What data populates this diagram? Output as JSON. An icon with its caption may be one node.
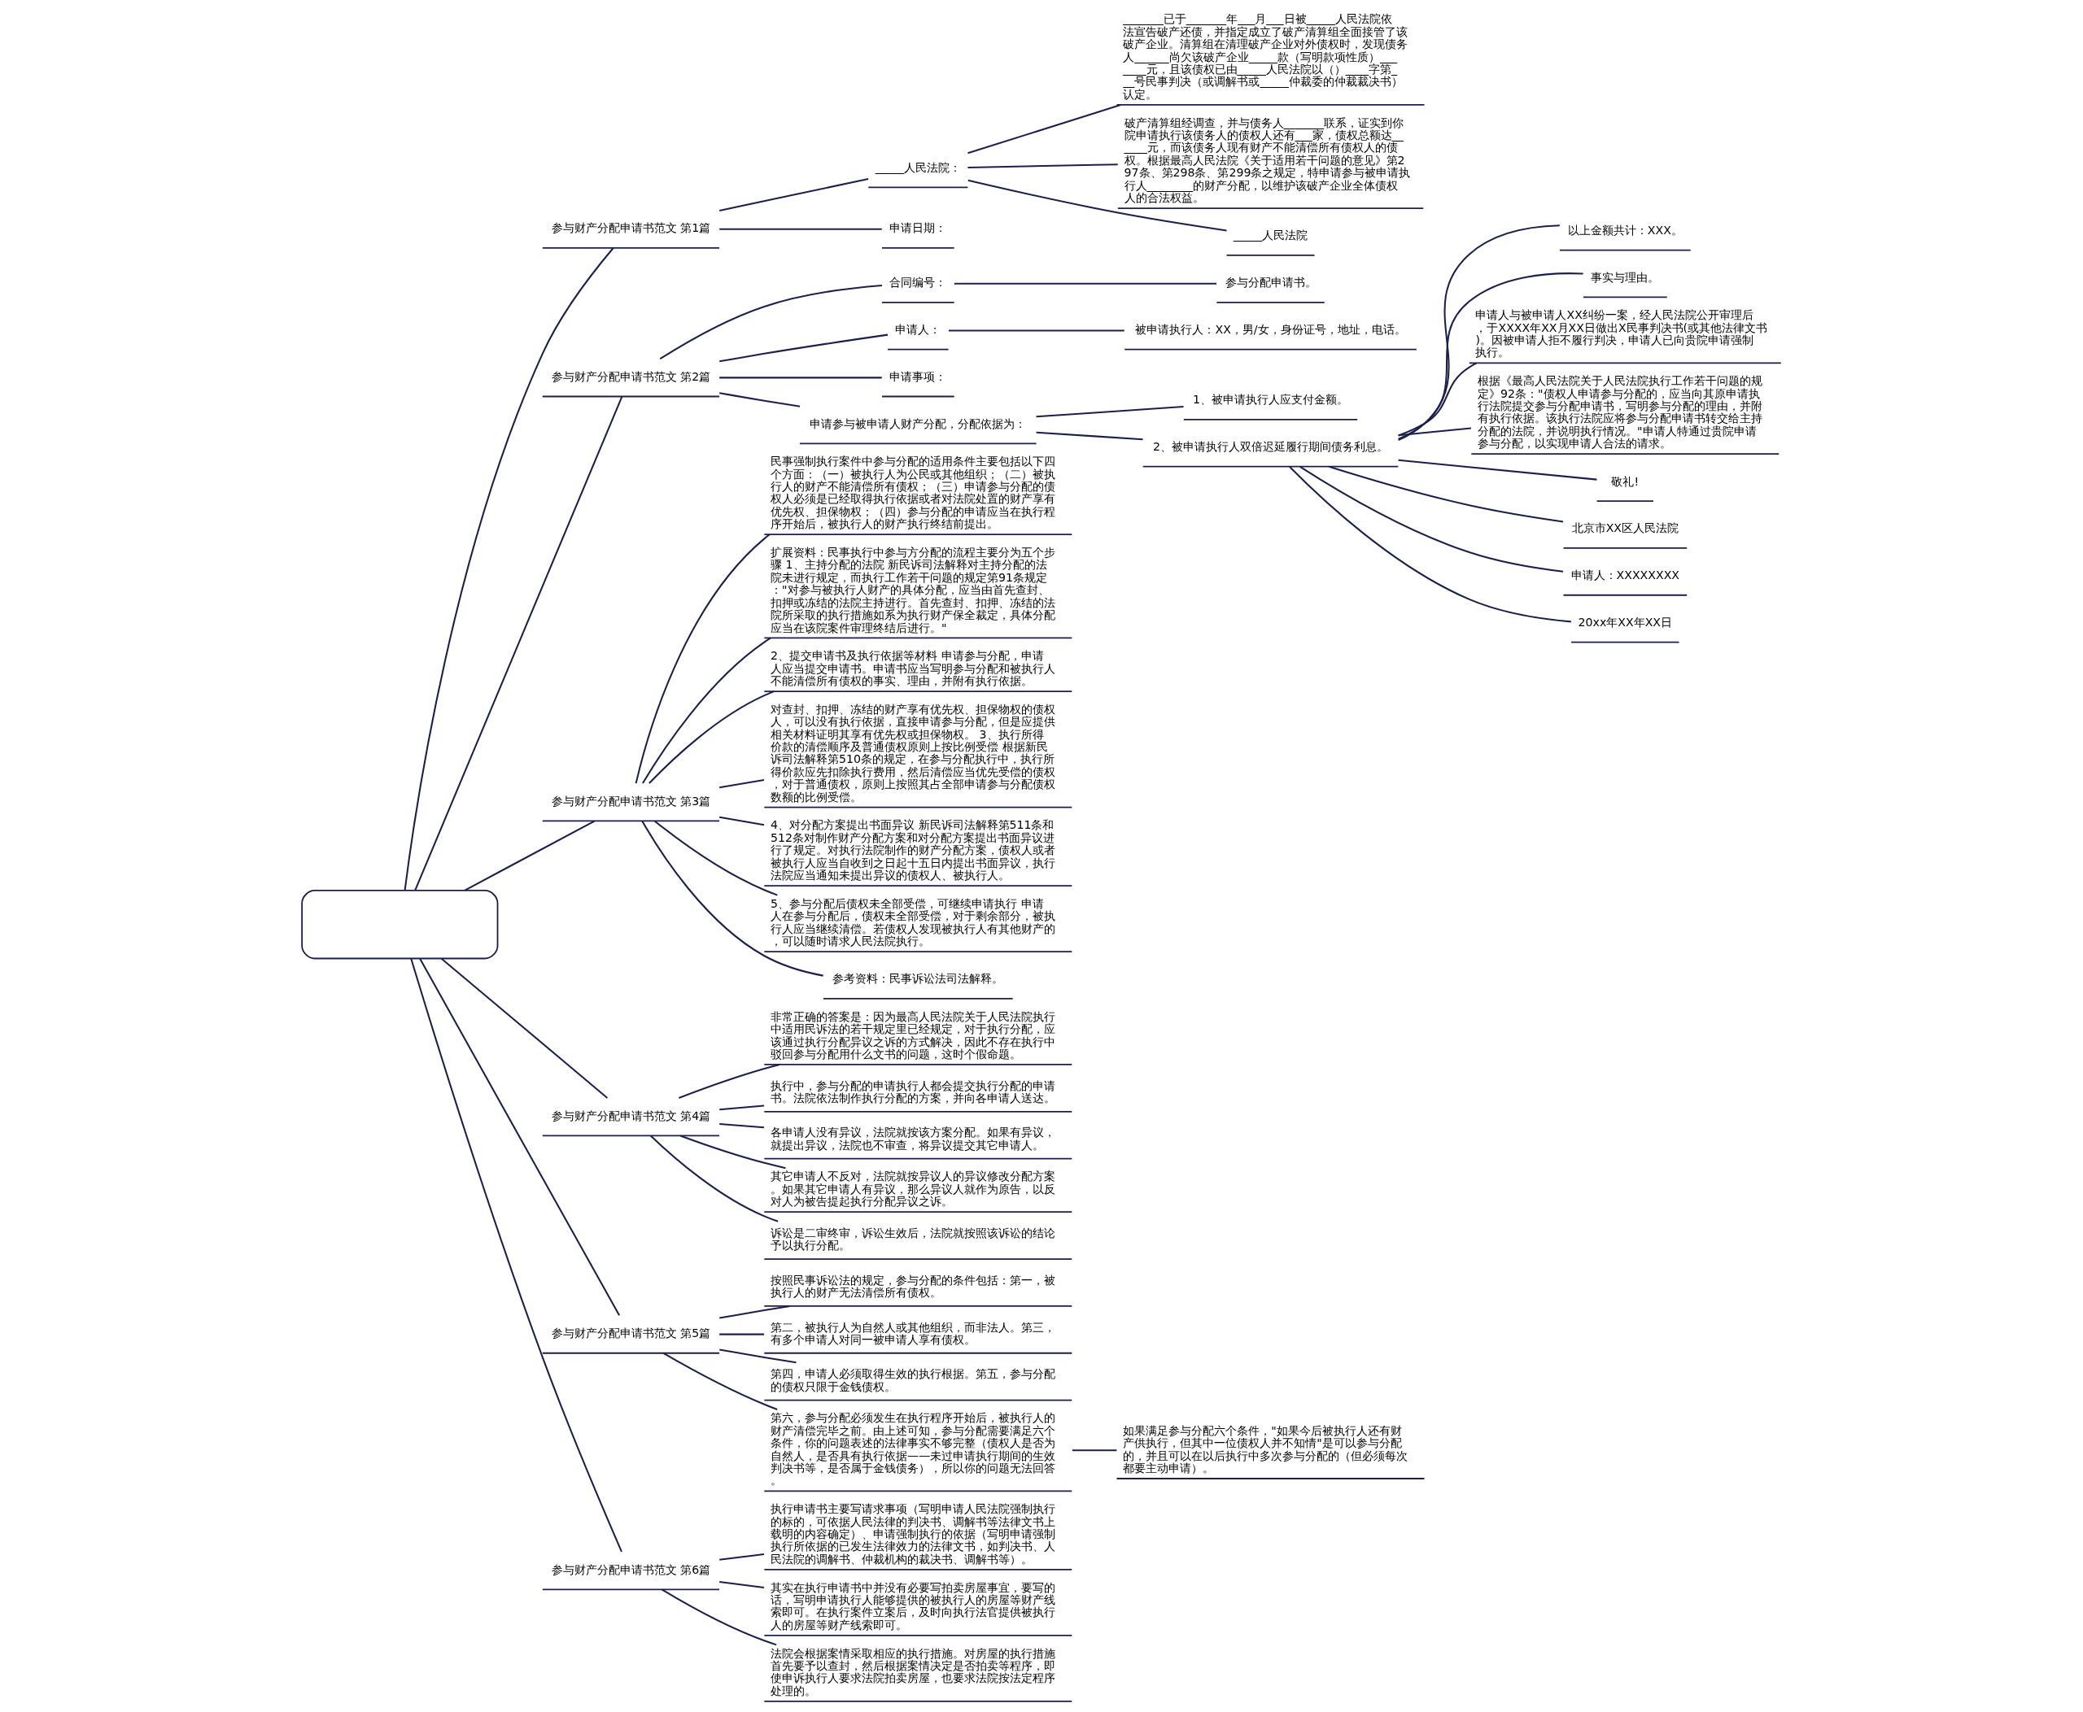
{
  "diagram": {
    "nodes": [
      {
        "text": [],
        "shape": "box"
      },
      {
        "text": [
          "参与财产分配申请书范文 第1篇"
        ]
      },
      {
        "text": [
          "_____人民法院："
        ]
      },
      {
        "text": [
          "_______已于_______年___月___日被_____人民法院依法宣告破产还债，并指定成立了破产清算组全面接管了该破产企业。清算组在清理破产企业对外债权时，发现债务人______尚欠该破产企业_____款（写明款项性质）_______元，且该债权已由_____人民法院以（）____字第___号民事判决（或调解书或_____仲裁委的仲裁裁决书）认定。"
        ]
      },
      {
        "text": [
          "破产清算组经调查，并与债务人_______联系，证实到你院申请执行该债务人的债权人还有___家，债权总额达______元，而该债务人现有财产不能清偿所有债权人的债权。根据最高人民法院《关于适用若干问题的意见》第297条、第298条、第299条之规定，特申请参与被申请执行人________的财产分配，以维护该破产企业全体债权人的合法权益。"
        ]
      },
      {
        "text": [
          "_____人民法院"
        ]
      },
      {
        "text": [
          "申请日期："
        ]
      },
      {
        "text": [
          "参与财产分配申请书范文 第2篇"
        ]
      },
      {
        "text": [
          "合同编号："
        ]
      },
      {
        "text": [
          "参与分配申请书。"
        ]
      },
      {
        "text": [
          "申请人："
        ]
      },
      {
        "text": [
          "被申请执行人：XX，男/女，身份证号，地址，电话。"
        ]
      },
      {
        "text": [
          "申请事项："
        ]
      },
      {
        "text": [
          "申请参与被申请人财产分配，分配依据为："
        ]
      },
      {
        "text": [
          "1、被申请执行人应支付金额。"
        ]
      },
      {
        "text": [
          "2、被申请执行人双倍迟延履行期间债务利息。"
        ]
      },
      {
        "text": [
          "以上金额共计：XXX。"
        ]
      },
      {
        "text": [
          "事实与理由。"
        ]
      },
      {
        "text": [
          "申请人与被申请人XX纠纷一案，经人民法院公开审理后，于XXXX年XX月XX日做出X民事判决书(或其他法律文书)。因被申请人拒不履行判决，申请人已向贵院申请强制执行。"
        ]
      },
      {
        "text": [
          "根据《最高人民法院关于人民法院执行工作若干问题的规定》92条：\"债权人申请参与分配的，应当向其原申请执行法院提交参与分配申请书，写明参与分配的理由，并附有执行依据。该执行法院应将参与分配申请书转交给主持分配的法院，并说明执行情况。\"申请人特通过贵院申请参与分配，以实现申请人合法的请求。"
        ]
      },
      {
        "text": [
          "敬礼!"
        ]
      },
      {
        "text": [
          "北京市XX区人民法院"
        ]
      },
      {
        "text": [
          "申请人：XXXXXXXX"
        ]
      },
      {
        "text": [
          "20xx年XX年XX日"
        ]
      },
      {
        "text": [
          "参与财产分配申请书范文 第3篇"
        ]
      },
      {
        "text": [
          "民事强制执行案件中参与分配的适用条件主要包括以下四个方面：（一）被执行人为公民或其他组织；（二）被执行人的财产不能清偿所有债权；（三）申请参与分配的债权人必须是已经取得执行依据或者对法院处置的财产享有优先权、担保物权；（四）参与分配的申请应当在执行程序开始后，被执行人的财产执行终结前提出。"
        ]
      },
      {
        "text": [
          "扩展资料：民事执行中参与方分配的流程主要分为五个步骤 1、主持分配的法院 新民诉司法解释对主持分配的法院未进行规定，而执行工作若干问题的规定第91条规定：\"对参与被执行人财产的具体分配，应当由首先查封、扣押或冻结的法院主持进行。首先查封、扣押、冻结的法院所采取的执行措施如系为执行财产保全裁定，具体分配应当在该院案件审理终结后进行。\""
        ]
      },
      {
        "text": [
          "2、提交申请书及执行依据等材料 申请参与分配，申请人应当提交申请书。申请书应当写明参与分配和被执行人不能清偿所有债权的事实、理由，并附有执行依据。"
        ]
      },
      {
        "text": [
          "对查封、扣押、冻结的财产享有优先权、担保物权的债权人，可以没有执行依据，直接申请参与分配，但是应提供相关材料证明其享有优先权或担保物权。 3、执行所得价款的清偿顺序及普通债权原则上按比例受偿 根据新民诉司法解释第510条的规定，在参与分配执行中，执行所得价款应先扣除执行费用，然后清偿应当优先受偿的债权，对于普通债权，原则上按照其占全部申请参与分配债权数额的比例受偿。"
        ]
      },
      {
        "text": [
          "4、对分配方案提出书面异议 新民诉司法解释第511条和512条对制作财产分配方案和对分配方案提出书面异议进行了规定。对执行法院制作的财产分配方案，债权人或者被执行人应当自收到之日起十五日内提出书面异议，执行法院应当通知未提出异议的债权人、被执行人。"
        ]
      },
      {
        "text": [
          "5、参与分配后债权未全部受偿，可继续申请执行 申请人在参与分配后，债权未全部受偿，对于剩余部分，被执行人应当继续清偿。若债权人发现被执行人有其他财产的，可以随时请求人民法院执行。"
        ]
      },
      {
        "text": [
          "参考资料：民事诉讼法司法解释。"
        ]
      },
      {
        "text": [
          "参与财产分配申请书范文 第4篇"
        ]
      },
      {
        "text": [
          "非常正确的答案是：因为最高人民法院关于人民法院执行中适用民诉法的若干规定里已经规定，对于执行分配，应该通过执行分配异议之诉的方式解决，因此不存在执行中驳回参与分配用什么文书的问题，这时个假命题。"
        ]
      },
      {
        "text": [
          "执行中，参与分配的申请执行人都会提交执行分配的申请书。法院依法制作执行分配的方案，并向各申请人送达。"
        ]
      },
      {
        "text": [
          "各申请人没有异议，法院就按该方案分配。如果有异议，就提出异议，法院也不审查，将异议提交其它申请人。"
        ]
      },
      {
        "text": [
          "其它申请人不反对，法院就按异议人的异议修改分配方案。如果其它申请人有异议，那么异议人就作为原告，以反对人为被告提起执行分配异议之诉。"
        ]
      },
      {
        "text": [
          "诉讼是二审终审，诉讼生效后，法院就按照该诉讼的结论予以执行分配。"
        ]
      },
      {
        "text": [
          "参与财产分配申请书范文 第5篇"
        ]
      },
      {
        "text": [
          "按照民事诉讼法的规定，参与分配的条件包括：第一，被执行人的财产无法清偿所有债权。"
        ]
      },
      {
        "text": [
          "第二，被执行人为自然人或其他组织，而非法人。第三，有多个申请人对同一被申请人享有债权。"
        ]
      },
      {
        "text": [
          "第四，申请人必须取得生效的执行根据。第五，参与分配的债权只限于金钱债权。"
        ]
      },
      {
        "text": [
          "第六，参与分配必须发生在执行程序开始后，被执行人的财产清偿完毕之前。由上述可知，参与分配需要满足六个条件，你的问题表述的法律事实不够完整（债权人是否为自然人，是否具有执行依据——未过申请执行期间的生效判决书等，是否属于金钱债务），所以你的问题无法回答。"
        ]
      },
      {
        "text": [
          "如果满足参与分配六个条件，\"如果今后被执行人还有财产供执行，但其中一位债权人并不知情\"是可以参与分配的，并且可以在以后执行中多次参与分配的（但必须每次都要主动申请）。"
        ]
      },
      {
        "text": [
          "参与财产分配申请书范文 第6篇"
        ]
      },
      {
        "text": [
          "执行申请书主要写请求事项（写明申请人民法院强制执行的标的，可依据人民法律的判决书、调解书等法律文书上载明的内容确定）、申请强制执行的依据（写明申请强制执行所依据的已发生法律效力的法律文书，如判决书、人民法院的调解书、仲裁机构的裁决书、调解书等）。"
        ]
      },
      {
        "text": [
          "其实在执行申请书中并没有必要写拍卖房屋事宜，要写的话，写明申请执行人能够提供的被执行人的房屋等财产线索即可。在执行案件立案后，及时向执行法官提供被执行人的房屋等财产线索即可。"
        ]
      },
      {
        "text": [
          "法院会根据案情采取相应的执行措施。对房屋的执行措施首先要予以查封，然后根据案情决定是否拍卖等程序，即使申诉执行人要求法院拍卖房屋，也要求法院按法定程序处理的。"
        ]
      }
    ],
    "edges": [
      {
        "from": 0,
        "to": 1,
        "arrow": "none"
      },
      {
        "from": 1,
        "to": 2,
        "arrow": "none"
      },
      {
        "from": 2,
        "to": 3,
        "arrow": "none"
      },
      {
        "from": 2,
        "to": 4,
        "arrow": "none"
      },
      {
        "from": 2,
        "to": 5,
        "arrow": "none"
      },
      {
        "from": 1,
        "to": 6,
        "arrow": "none"
      },
      {
        "from": 0,
        "to": 7,
        "arrow": "none"
      },
      {
        "from": 7,
        "to": 8,
        "arrow": "none"
      },
      {
        "from": 8,
        "to": 9,
        "arrow": "none"
      },
      {
        "from": 7,
        "to": 10,
        "arrow": "none"
      },
      {
        "from": 10,
        "to": 11,
        "arrow": "none"
      },
      {
        "from": 7,
        "to": 12,
        "arrow": "none"
      },
      {
        "from": 7,
        "to": 13,
        "arrow": "none"
      },
      {
        "from": 13,
        "to": 14,
        "arrow": "none"
      },
      {
        "from": 13,
        "to": 15,
        "arrow": "none"
      },
      {
        "from": 15,
        "to": 16,
        "arrow": "none"
      },
      {
        "from": 15,
        "to": 17,
        "arrow": "none"
      },
      {
        "from": 15,
        "to": 18,
        "arrow": "none"
      },
      {
        "from": 15,
        "to": 19,
        "arrow": "none"
      },
      {
        "from": 15,
        "to": 20,
        "arrow": "none"
      },
      {
        "from": 15,
        "to": 21,
        "arrow": "none"
      },
      {
        "from": 15,
        "to": 22,
        "arrow": "none"
      },
      {
        "from": 15,
        "to": 23,
        "arrow": "none"
      },
      {
        "from": 0,
        "to": 24,
        "arrow": "none"
      },
      {
        "from": 24,
        "to": 25,
        "arrow": "none"
      },
      {
        "from": 24,
        "to": 26,
        "arrow": "none"
      },
      {
        "from": 24,
        "to": 27,
        "arrow": "none"
      },
      {
        "from": 24,
        "to": 28,
        "arrow": "none"
      },
      {
        "from": 24,
        "to": 29,
        "arrow": "none"
      },
      {
        "from": 24,
        "to": 30,
        "arrow": "none"
      },
      {
        "from": 24,
        "to": 31,
        "arrow": "none"
      },
      {
        "from": 0,
        "to": 32,
        "arrow": "none"
      },
      {
        "from": 32,
        "to": 33,
        "arrow": "none"
      },
      {
        "from": 32,
        "to": 34,
        "arrow": "none"
      },
      {
        "from": 32,
        "to": 35,
        "arrow": "none"
      },
      {
        "from": 32,
        "to": 36,
        "arrow": "none"
      },
      {
        "from": 32,
        "to": 37,
        "arrow": "none"
      },
      {
        "from": 0,
        "to": 38,
        "arrow": "none"
      },
      {
        "from": 38,
        "to": 39,
        "arrow": "none"
      },
      {
        "from": 38,
        "to": 40,
        "arrow": "none"
      },
      {
        "from": 38,
        "to": 41,
        "arrow": "none"
      },
      {
        "from": 38,
        "to": 42,
        "arrow": "none"
      },
      {
        "from": 42,
        "to": 43,
        "arrow": "none"
      },
      {
        "from": 0,
        "to": 44,
        "arrow": "none"
      },
      {
        "from": 44,
        "to": 45,
        "arrow": "none"
      },
      {
        "from": 44,
        "to": 46,
        "arrow": "none"
      },
      {
        "from": 44,
        "to": 47,
        "arrow": "none"
      }
    ]
  }
}
